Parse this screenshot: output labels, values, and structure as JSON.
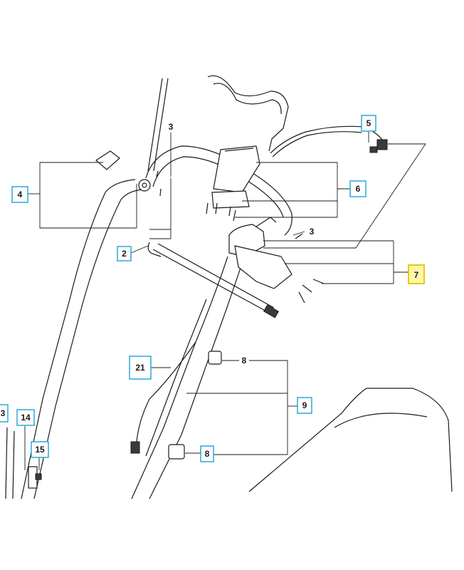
{
  "callouts": {
    "c4": {
      "label": "4"
    },
    "c2": {
      "label": "2"
    },
    "c5": {
      "label": "5"
    },
    "c6": {
      "label": "6"
    },
    "c7": {
      "label": "7"
    },
    "c21": {
      "label": "21"
    },
    "c9": {
      "label": "9"
    },
    "c8b": {
      "label": "8"
    },
    "c3b": {
      "label": "3"
    },
    "c14": {
      "label": "14"
    },
    "c15": {
      "label": "15"
    }
  },
  "labels": {
    "l3a": "3",
    "l3c": "3",
    "l8a": "8"
  },
  "colors": {
    "callout_border": "#2aa8d8",
    "callout_fill": "#ffffff",
    "highlight_border": "#e6c200",
    "highlight_fill": "#fff7a8",
    "line": "#1a1a1a"
  }
}
